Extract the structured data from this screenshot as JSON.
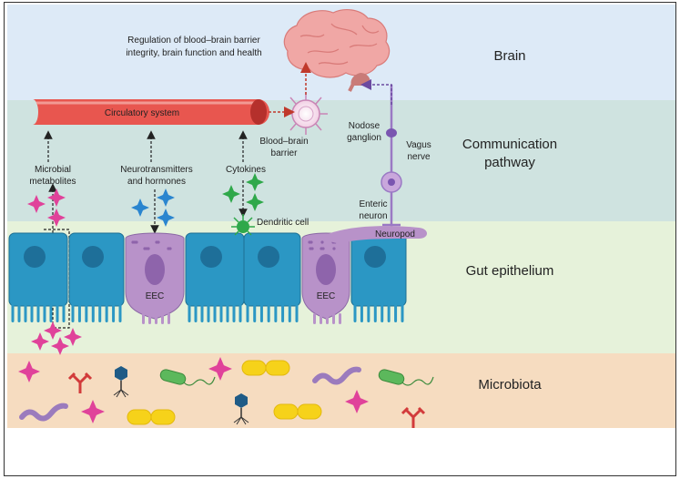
{
  "bands": {
    "brain": "Brain",
    "communication": [
      "Communication",
      "pathway"
    ],
    "gut": "Gut epithelium",
    "microbiota": "Microbiota"
  },
  "labels": {
    "regulation": [
      "Regulation of blood–brain barrier",
      "integrity, brain function and health"
    ],
    "circulatory": "Circulatory system",
    "bbb": [
      "Blood–brain",
      "barrier"
    ],
    "nodose": [
      "Nodose",
      "ganglion"
    ],
    "vagus": [
      "Vagus",
      "nerve"
    ],
    "enteric": [
      "Enteric",
      "neuron"
    ],
    "neuropod": "Neuropod",
    "microbial": [
      "Microbial",
      "metabolites"
    ],
    "neuro": [
      "Neurotransmitters",
      "and hormones"
    ],
    "cytokines": "Cytokines",
    "dendritic": "Dendritic cell",
    "eec": "EEC"
  },
  "colors": {
    "brain_bg": "#ddeaf7",
    "comm_bg": "#cfe3e0",
    "gut_bg": "#e6f2da",
    "microbiota_bg": "#f6dcc0",
    "epithelial": "#2b97c4",
    "eec": "#b892c9",
    "metabolite": "#e0429a",
    "neurotransmitter": "#2a85cf",
    "cytokine": "#2fa84a",
    "vessel": "#e8564f",
    "arrow_red": "#c0392b",
    "arrow_purple": "#6b4aa0"
  }
}
